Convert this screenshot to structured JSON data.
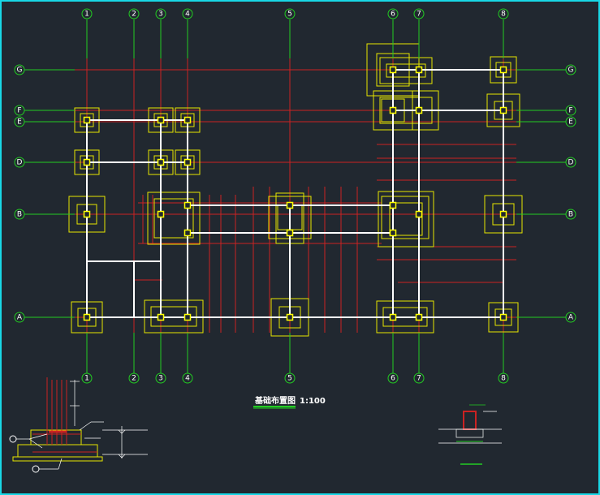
{
  "drawing": {
    "title": "基础布置图",
    "scale": "1:100",
    "note_left": "",
    "note_right": ""
  },
  "axes": {
    "columns": [
      "1",
      "2",
      "3",
      "4",
      "5",
      "6",
      "7",
      "8"
    ],
    "rows": [
      "G",
      "F",
      "E",
      "D",
      "B",
      "A"
    ]
  },
  "colors": {
    "background": "#212830",
    "frame": "#18d8e6",
    "axis_bubble": "#22cc22",
    "axis_line": "#cc2222",
    "footing": "#e6e600",
    "beam": "#ffffff",
    "column": "#ffff00"
  }
}
